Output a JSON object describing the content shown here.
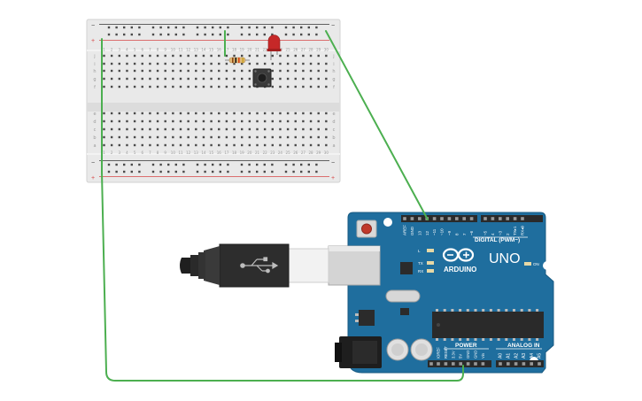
{
  "breadboard": {
    "row_letters_top": [
      "j",
      "i",
      "h",
      "g",
      "f"
    ],
    "row_letters_bottom": [
      "e",
      "d",
      "c",
      "b",
      "a"
    ],
    "column_numbers": [
      "1",
      "2",
      "3",
      "4",
      "5",
      "6",
      "7",
      "8",
      "9",
      "10",
      "11",
      "12",
      "13",
      "14",
      "15",
      "16",
      "17",
      "18",
      "19",
      "20",
      "21",
      "22",
      "23",
      "24",
      "25",
      "26",
      "27",
      "28",
      "29",
      "30"
    ],
    "rail_minus_label": "−",
    "rail_plus_label": "+"
  },
  "arduino": {
    "logo_text": "ARDUINO",
    "model_text": "UNO",
    "digital_header_label": "DIGITAL (PWM~)",
    "power_header_label": "POWER",
    "analog_header_label": "ANALOG IN",
    "on_led_label": "ON",
    "led_l_label": "L",
    "tx_label": "TX",
    "rx_label": "RX",
    "digital_pins": [
      "AREF",
      "GND",
      "13",
      "12",
      "~11",
      "~10",
      "~9",
      "8",
      "7",
      "~6",
      "~5",
      "4",
      "~3",
      "2",
      "TX▸1",
      "RX◂0"
    ],
    "power_pins": [
      "IOREF",
      "RESET",
      "3.3V",
      "5V",
      "GND",
      "GND",
      "Vin"
    ],
    "analog_pins": [
      "A0",
      "A1",
      "A2",
      "A3",
      "A4",
      "A5"
    ]
  },
  "colors": {
    "board_blue": "#1f6e9e",
    "wire_green": "#4caf50",
    "led_red": "#c62828",
    "rail_red": "#d64545",
    "rail_black": "#333333"
  }
}
